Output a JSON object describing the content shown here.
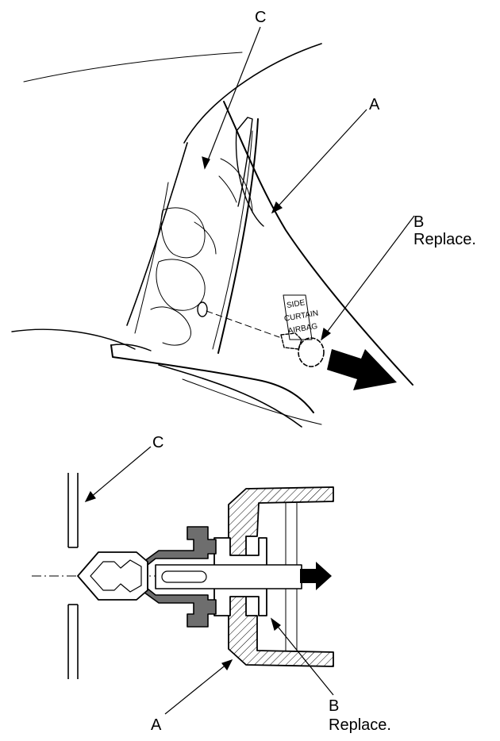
{
  "top_view": {
    "callout_c": "C",
    "callout_a": "A",
    "callout_b": "B",
    "callout_b_note": "Replace.",
    "airbag_tag": [
      "SIDE",
      "CURTAIN",
      "AIRBAG"
    ]
  },
  "section_view": {
    "callout_c": "C",
    "callout_a": "A",
    "callout_b": "B",
    "callout_b_note": "Replace."
  },
  "colors": {
    "line": "#000000",
    "clip_fill": "#6e6e6e",
    "hatch": "#000000"
  }
}
